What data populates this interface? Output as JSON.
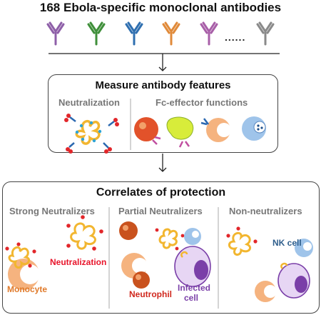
{
  "header": {
    "title": "168 Ebola-specific monoclonal antibodies",
    "ellipsis": "......"
  },
  "antibody_colors": [
    "#8e5fa8",
    "#3f8f3a",
    "#2f6fb0",
    "#e08a3a",
    "#a85fa8",
    "#8a8a8a"
  ],
  "measure": {
    "title": "Measure antibody features",
    "neutralization": "Neutralization",
    "fc": "Fc-effector functions"
  },
  "correlates": {
    "title": "Correlates of protection",
    "strong": {
      "heading": "Strong Neutralizers",
      "monocyte": "Monocyte",
      "neutralization": "Neutralization"
    },
    "partial": {
      "heading": "Partial Neutralizers",
      "neutrophil": "Neutrophil",
      "infected_line1": "Infected",
      "infected_line2": "cell"
    },
    "non": {
      "heading": "Non-neutralizers",
      "nk": "NK cell"
    }
  },
  "colors": {
    "monocyte_label": "#e07a2a",
    "neutralization_label": "#e8142a",
    "neutrophil_label": "#d0281e",
    "infected_label": "#7a3fa8",
    "nk_label": "#2f5e8c"
  }
}
